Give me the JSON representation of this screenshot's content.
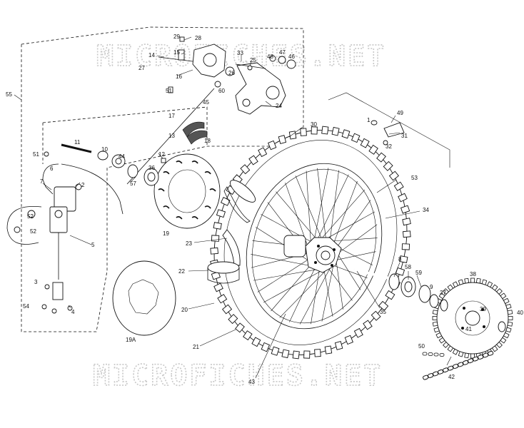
{
  "watermarks": {
    "top": "MICROFICHES.NET",
    "bottom": "MICROFICHES.NET"
  },
  "callouts": [
    {
      "id": "c1",
      "text": "1"
    },
    {
      "id": "c2",
      "text": "2"
    },
    {
      "id": "c3",
      "text": "3"
    },
    {
      "id": "c4",
      "text": "4"
    },
    {
      "id": "c5",
      "text": "5"
    },
    {
      "id": "c6",
      "text": "6"
    },
    {
      "id": "c7",
      "text": "7"
    },
    {
      "id": "c8",
      "text": "8"
    },
    {
      "id": "c9",
      "text": "9"
    },
    {
      "id": "c10",
      "text": "10"
    },
    {
      "id": "c11",
      "text": "11"
    },
    {
      "id": "c12",
      "text": "12"
    },
    {
      "id": "c13",
      "text": "13"
    },
    {
      "id": "c14",
      "text": "14"
    },
    {
      "id": "c15",
      "text": "15"
    },
    {
      "id": "c16",
      "text": "16"
    },
    {
      "id": "c17",
      "text": "17"
    },
    {
      "id": "c18",
      "text": "18"
    },
    {
      "id": "c19",
      "text": "19"
    },
    {
      "id": "c19a",
      "text": "19A"
    },
    {
      "id": "c20",
      "text": "20"
    },
    {
      "id": "c21",
      "text": "21"
    },
    {
      "id": "c22",
      "text": "22"
    },
    {
      "id": "c23",
      "text": "23"
    },
    {
      "id": "c24",
      "text": "24"
    },
    {
      "id": "c25",
      "text": "25"
    },
    {
      "id": "c26",
      "text": "26"
    },
    {
      "id": "c27",
      "text": "27"
    },
    {
      "id": "c28",
      "text": "28"
    },
    {
      "id": "c29",
      "text": "29"
    },
    {
      "id": "c30",
      "text": "30"
    },
    {
      "id": "c31",
      "text": "31"
    },
    {
      "id": "c32",
      "text": "32"
    },
    {
      "id": "c33",
      "text": "33"
    },
    {
      "id": "c34",
      "text": "34"
    },
    {
      "id": "c35",
      "text": "35"
    },
    {
      "id": "c36",
      "text": "36"
    },
    {
      "id": "c37",
      "text": "37"
    },
    {
      "id": "c38",
      "text": "38"
    },
    {
      "id": "c39",
      "text": "39"
    },
    {
      "id": "c40",
      "text": "40"
    },
    {
      "id": "c41",
      "text": "41"
    },
    {
      "id": "c42",
      "text": "42"
    },
    {
      "id": "c43",
      "text": "43"
    },
    {
      "id": "c44",
      "text": "44"
    },
    {
      "id": "c45",
      "text": "45"
    },
    {
      "id": "c46",
      "text": "46"
    },
    {
      "id": "c47",
      "text": "47"
    },
    {
      "id": "c48",
      "text": "48"
    },
    {
      "id": "c49",
      "text": "49"
    },
    {
      "id": "c50",
      "text": "50"
    },
    {
      "id": "c51a",
      "text": "51"
    },
    {
      "id": "c51b",
      "text": "51"
    },
    {
      "id": "c52a",
      "text": "52"
    },
    {
      "id": "c52b",
      "text": "52"
    },
    {
      "id": "c53",
      "text": "53"
    },
    {
      "id": "c54",
      "text": "54"
    },
    {
      "id": "c55",
      "text": "55"
    },
    {
      "id": "c57",
      "text": "57"
    },
    {
      "id": "c58",
      "text": "58"
    },
    {
      "id": "c59",
      "text": "59"
    },
    {
      "id": "c60",
      "text": "60"
    }
  ]
}
